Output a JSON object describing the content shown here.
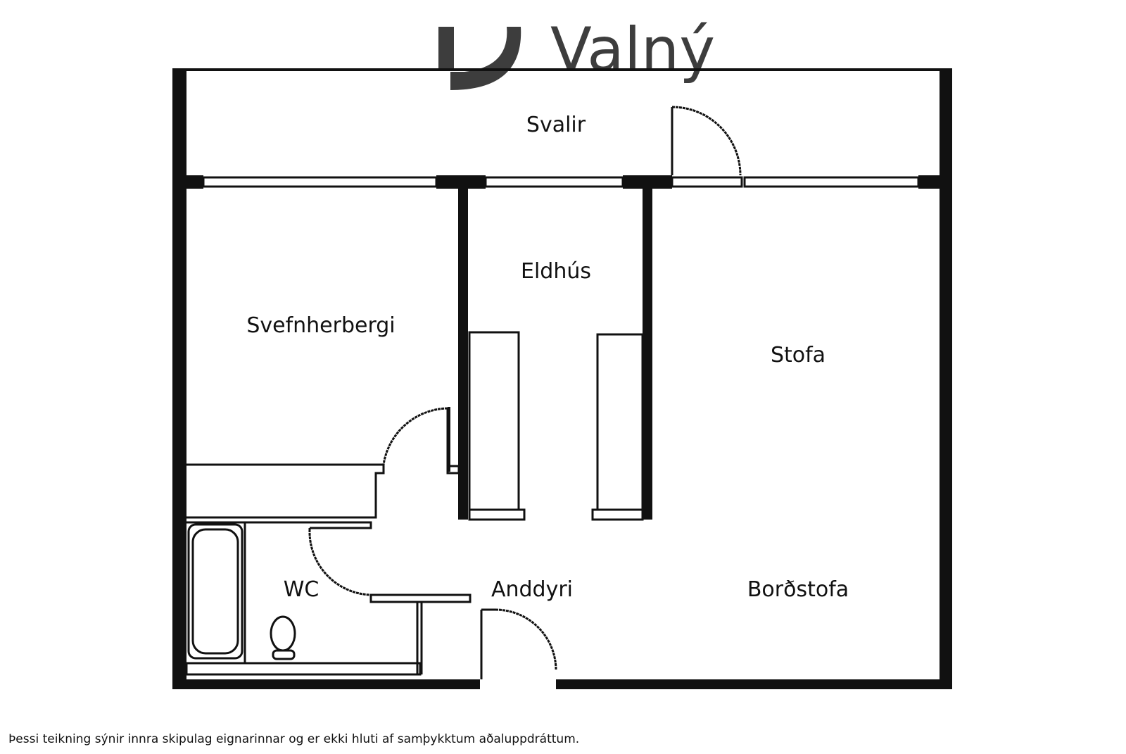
{
  "brand": {
    "name": "Valný",
    "color": "#3d3d3d"
  },
  "rooms": {
    "svalir": "Svalir",
    "eldhus": "Eldhús",
    "svefnherbergi": "Svefnherbergi",
    "stofa": "Stofa",
    "wc": "WC",
    "anddyri": "Anddyri",
    "bordstofa": "Borðstofa"
  },
  "disclaimer": "Þessi teikning sýnir innra skipulag eignarinnar og er ekki hluti af samþykktum aðaluppdráttum.",
  "colors": {
    "wall": "#111111",
    "background": "#ffffff"
  }
}
